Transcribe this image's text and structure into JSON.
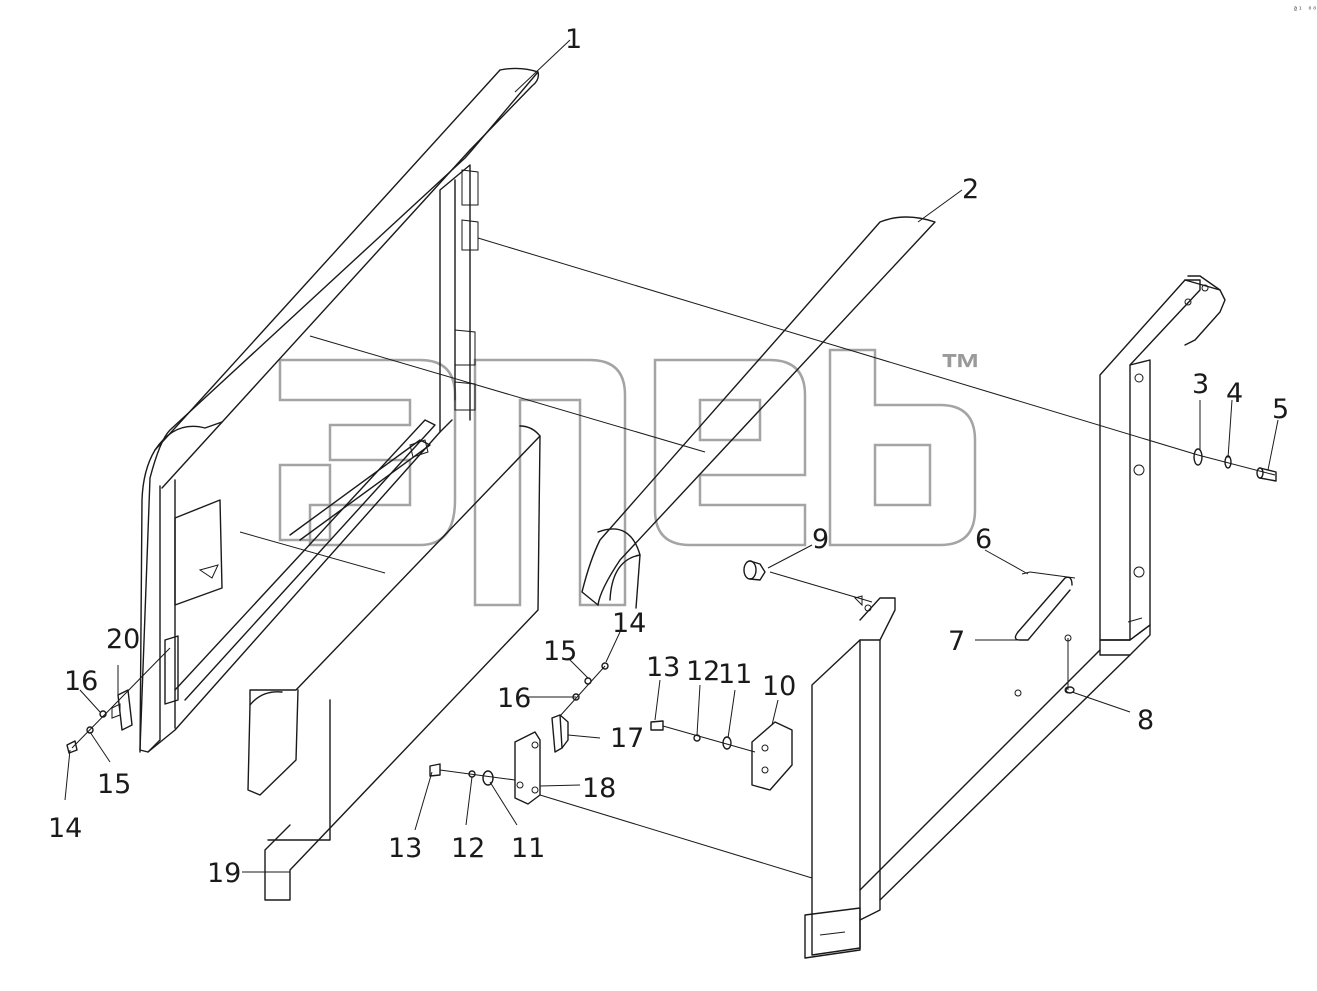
{
  "diagram": {
    "corner_mark": "ª¹ ⁸⁸⁸",
    "watermark_tm": "™",
    "callouts": [
      {
        "id": "c1",
        "text": "1"
      },
      {
        "id": "c2",
        "text": "2"
      },
      {
        "id": "c3",
        "text": "3"
      },
      {
        "id": "c4",
        "text": "4"
      },
      {
        "id": "c5",
        "text": "5"
      },
      {
        "id": "c6",
        "text": "6"
      },
      {
        "id": "c7",
        "text": "7"
      },
      {
        "id": "c8",
        "text": "8"
      },
      {
        "id": "c9",
        "text": "9"
      },
      {
        "id": "c10",
        "text": "10"
      },
      {
        "id": "c11a",
        "text": "11"
      },
      {
        "id": "c12a",
        "text": "12"
      },
      {
        "id": "c13a",
        "text": "13"
      },
      {
        "id": "c14a",
        "text": "14"
      },
      {
        "id": "c15a",
        "text": "15"
      },
      {
        "id": "c16a",
        "text": "16"
      },
      {
        "id": "c17",
        "text": "17"
      },
      {
        "id": "c18",
        "text": "18"
      },
      {
        "id": "c13b",
        "text": "13"
      },
      {
        "id": "c12b",
        "text": "12"
      },
      {
        "id": "c11b",
        "text": "11"
      },
      {
        "id": "c19",
        "text": "19"
      },
      {
        "id": "c20",
        "text": "20"
      },
      {
        "id": "c16b",
        "text": "16"
      },
      {
        "id": "c15b",
        "text": "15"
      },
      {
        "id": "c14b",
        "text": "14"
      }
    ]
  }
}
